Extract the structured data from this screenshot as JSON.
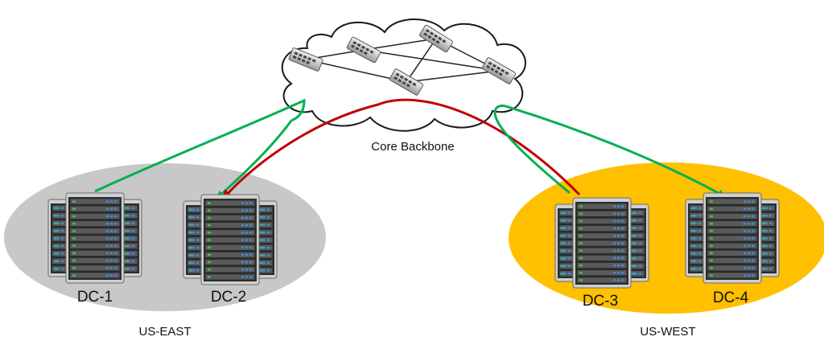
{
  "backbone": {
    "label": "Core Backbone"
  },
  "regions": [
    {
      "id": "us-east",
      "label": "US-EAST",
      "color": "#c8c8c8"
    },
    {
      "id": "us-west",
      "label": "US-WEST",
      "color": "#ffc000"
    }
  ],
  "datacenters": [
    {
      "id": "dc1",
      "label": "DC-1",
      "region": "us-east"
    },
    {
      "id": "dc2",
      "label": "DC-2",
      "region": "us-east"
    },
    {
      "id": "dc3",
      "label": "DC-3",
      "region": "us-west"
    },
    {
      "id": "dc4",
      "label": "DC-4",
      "region": "us-west"
    }
  ],
  "links": [
    {
      "from": "dc1",
      "to": "backbone",
      "color": "#00b050",
      "arrow": false
    },
    {
      "from": "backbone",
      "to": "dc2",
      "color": "#00b050",
      "arrow": true
    },
    {
      "from": "dc3",
      "to": "dc2",
      "color": "#c00000",
      "arrow": true
    },
    {
      "from": "dc3",
      "to": "backbone",
      "color": "#00b050",
      "arrow": false
    },
    {
      "from": "backbone",
      "to": "dc4",
      "color": "#00b050",
      "arrow": true
    }
  ],
  "icons": {
    "switch": "network-switch-icon",
    "server": "server-rack-icon"
  }
}
